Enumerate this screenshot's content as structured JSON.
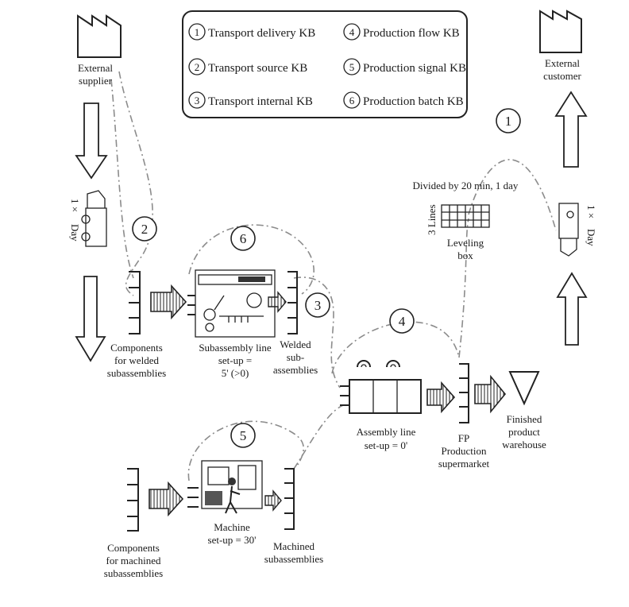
{
  "legend": {
    "items": [
      {
        "num": "1",
        "label": "Transport delivery KB"
      },
      {
        "num": "2",
        "label": "Transport source KB"
      },
      {
        "num": "3",
        "label": "Transport internal KB"
      },
      {
        "num": "4",
        "label": "Production flow KB"
      },
      {
        "num": "5",
        "label": "Production signal KB"
      },
      {
        "num": "6",
        "label": "Production batch KB"
      }
    ]
  },
  "supplier": {
    "line1": "External",
    "line2": "supplier"
  },
  "customer": {
    "line1": "External",
    "line2": "customer"
  },
  "truck_in": {
    "freq1": "1 ×",
    "freq2": "Day"
  },
  "truck_out": {
    "freq1": "1 ×",
    "freq2": "Day"
  },
  "loop_labels": {
    "l1": "1",
    "l2": "2",
    "l3": "3",
    "l4": "4",
    "l5": "5",
    "l6": "6"
  },
  "leveling": {
    "header": "Divided by 20 min, 1 day",
    "side": "3 Lines",
    "line1": "Leveling",
    "line2": "box"
  },
  "welded_components": {
    "line1": "Components",
    "line2": "for welded",
    "line3": "subassemblies"
  },
  "subassembly_line": {
    "line1": "Subassembly line",
    "line2": "set-up =",
    "line3": "5' (>0)"
  },
  "welded_sub": {
    "line1": "Welded",
    "line2": "sub-",
    "line3": "assemblies"
  },
  "assembly_line": {
    "line1": "Assembly line",
    "line2": "set-up = 0'"
  },
  "fp_supermarket": {
    "line1": "FP",
    "line2": "Production",
    "line3": "supermarket"
  },
  "warehouse": {
    "line1": "Finished",
    "line2": "product",
    "line3": "warehouse"
  },
  "machined_components": {
    "line1": "Components",
    "line2": "for machined",
    "line3": "subassemblies"
  },
  "machine": {
    "line1": "Machine",
    "line2": "set-up = 30'"
  },
  "machined_sub": {
    "line1": "Machined",
    "line2": "subassemblies"
  }
}
